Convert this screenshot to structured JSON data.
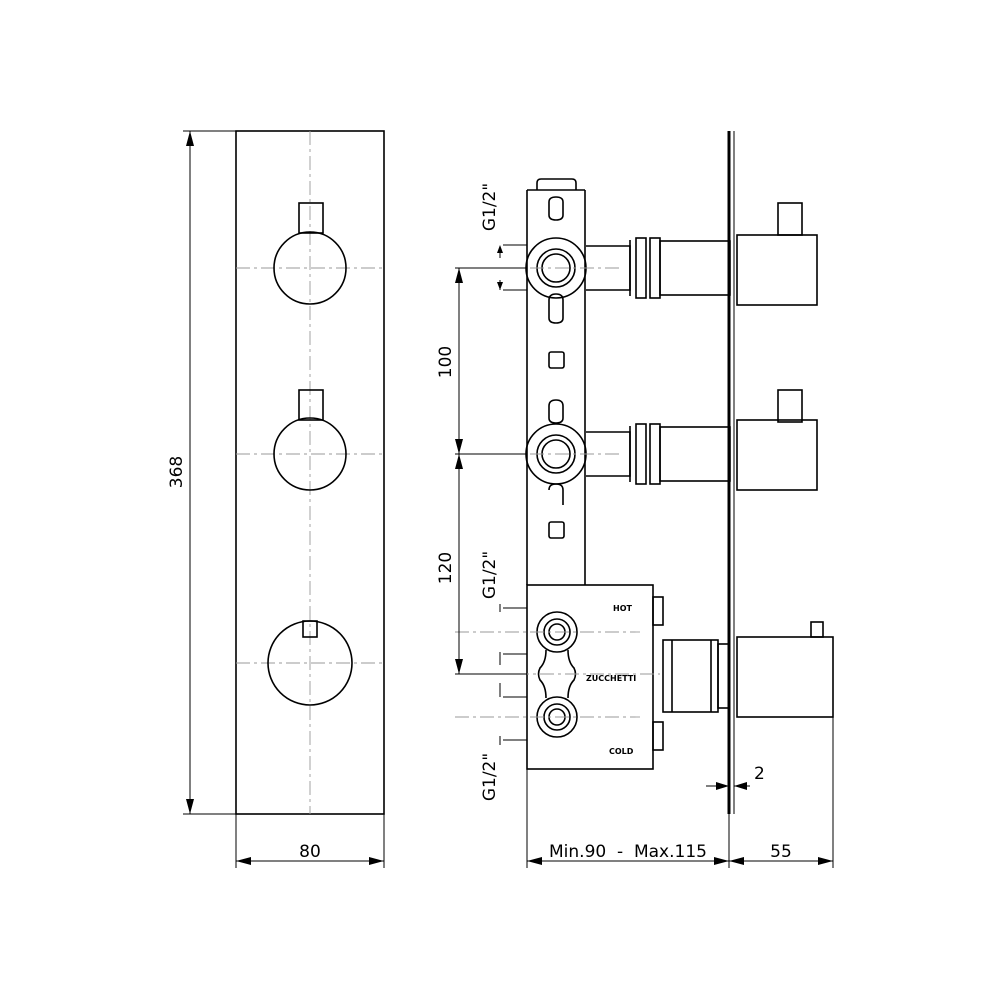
{
  "dimensions": {
    "height_total": "368",
    "plate_width": "80",
    "spacing_upper": "100",
    "spacing_lower": "120",
    "depth_range": "Min.90  -  Max.115",
    "handle_depth": "55",
    "plate_thickness": "2"
  },
  "threads": {
    "top": "G1/2\"",
    "middle": "G1/2\"",
    "bottom": "G1/2\""
  },
  "body_labels": {
    "hot": "HOT",
    "brand": "ZUCCHETTI",
    "cold": "COLD"
  }
}
